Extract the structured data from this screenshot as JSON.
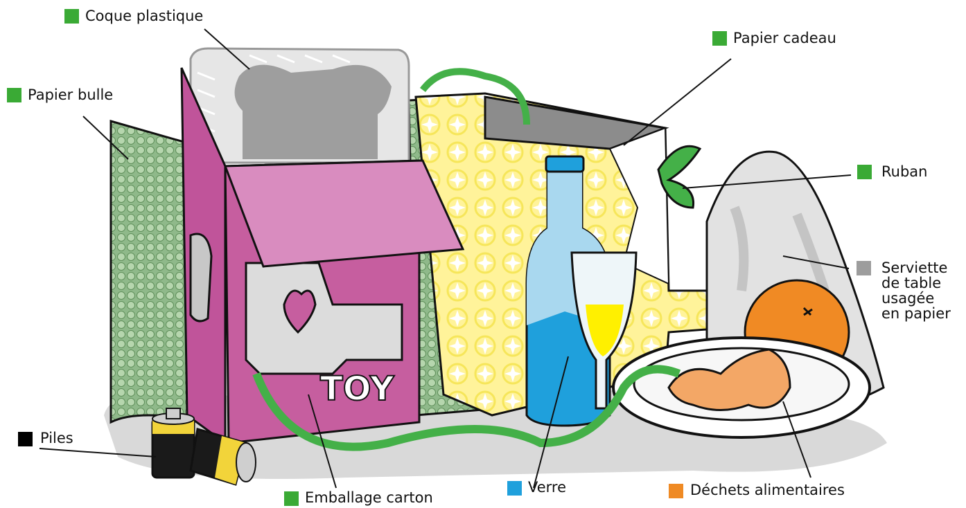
{
  "colors": {
    "green": "#3aaa35",
    "blue": "#1fa0dc",
    "orange": "#ef8a24",
    "gray": "#9d9d9d",
    "black": "#000000"
  },
  "labels": {
    "coque_plastique": {
      "text": "Coque plastique",
      "color": "green"
    },
    "papier_bulle": {
      "text": "Papier bulle",
      "color": "green"
    },
    "papier_cadeau": {
      "text": "Papier cadeau",
      "color": "green"
    },
    "ruban": {
      "text": "Ruban",
      "color": "green"
    },
    "serviette": {
      "line1": "Serviette",
      "line2": "de table",
      "line3": "usagée",
      "line4": "en papier",
      "color": "gray"
    },
    "piles": {
      "text": "Piles",
      "color": "black"
    },
    "emballage_carton": {
      "text": "Emballage carton",
      "color": "green"
    },
    "verre": {
      "text": "Verre",
      "color": "blue"
    },
    "dechets": {
      "text": "Déchets alimentaires",
      "color": "orange"
    }
  },
  "illustration": {
    "toy_text": "TOY"
  }
}
